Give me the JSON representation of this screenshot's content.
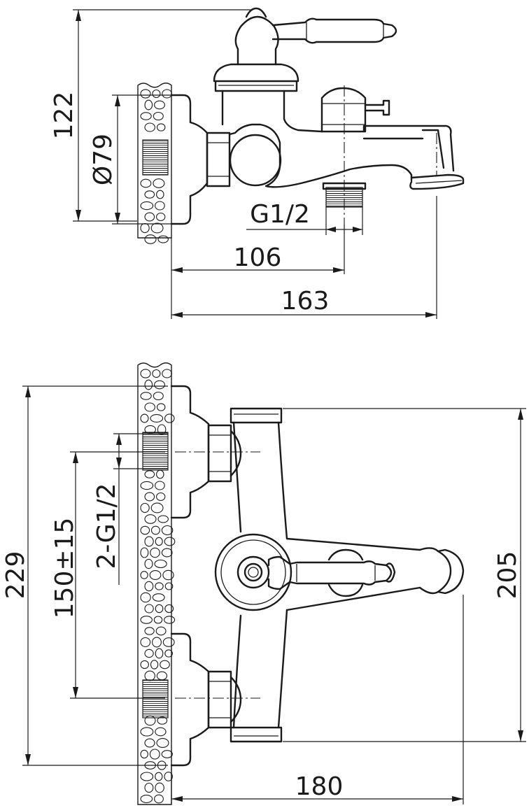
{
  "top_view": {
    "dimensions": {
      "height": "122",
      "diameter": "Ø79",
      "thread": "G1/2",
      "wall_to_outlet": "106",
      "projection": "163"
    }
  },
  "bottom_view": {
    "dimensions": {
      "overall_height": "229",
      "center_distance": "150±15",
      "inlets": "2-G1/2",
      "body_length": "205",
      "depth": "180"
    }
  },
  "colors": {
    "line": "#1a1a1a",
    "background": "#ffffff"
  }
}
